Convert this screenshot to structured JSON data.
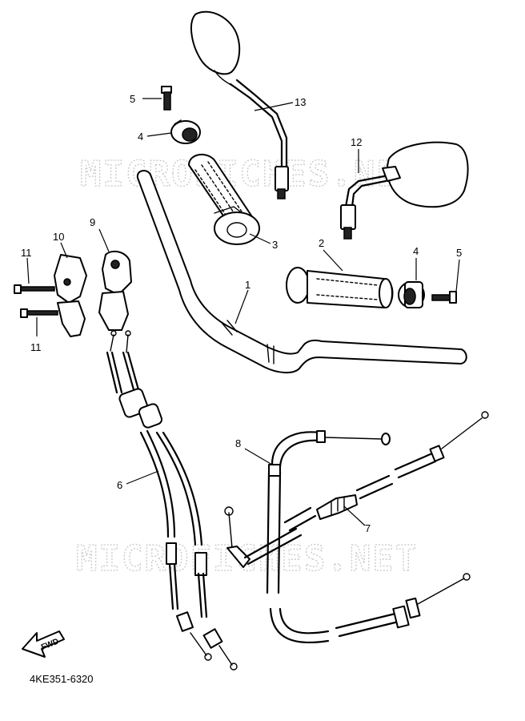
{
  "watermark": {
    "top": "MICROFICHES.NET",
    "bottom": "MICROFICHES.NET"
  },
  "callouts": {
    "c1": "1",
    "c2": "2",
    "c3": "3",
    "c4a": "4",
    "c4b": "4",
    "c5a": "5",
    "c5b": "5",
    "c6": "6",
    "c7": "7",
    "c8": "8",
    "c9": "9",
    "c10": "10",
    "c11a": "11",
    "c11b": "11",
    "c12": "12",
    "c13": "13"
  },
  "fwd_label": "FWD",
  "diagram_code": "4KE351-6320"
}
